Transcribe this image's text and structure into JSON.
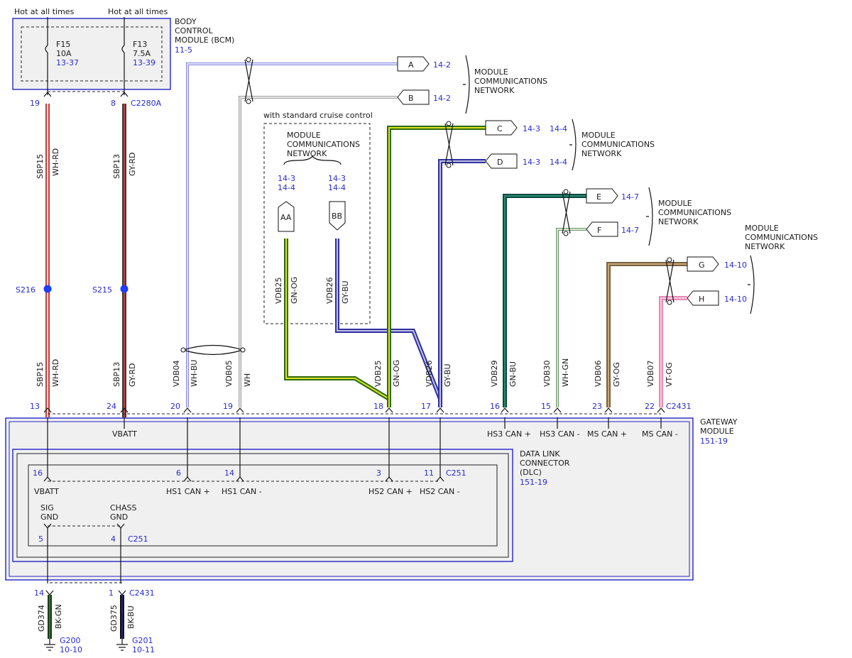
{
  "power": {
    "hot1": "Hot at all times",
    "hot2": "Hot at all times",
    "f15_name": "F15",
    "f15_amp": "10A",
    "f15_ref": "13-37",
    "f13_name": "F13",
    "f13_amp": "7.5A",
    "f13_ref": "13-39"
  },
  "bcm": {
    "line1": "BODY",
    "line2": "CONTROL",
    "line3": "MODULE (BCM)",
    "ref": "11-5"
  },
  "mcn": {
    "line1": "MODULE",
    "line2": "COMMUNICATIONS",
    "line3": "NETWORK"
  },
  "cruise": {
    "title": "with standard cruise control"
  },
  "connectors": {
    "A": {
      "label": "A",
      "ref": "14-2"
    },
    "B": {
      "label": "B",
      "ref": "14-2"
    },
    "C": {
      "label": "C",
      "ref1": "14-3",
      "ref2": "14-4"
    },
    "D": {
      "label": "D",
      "ref1": "14-3",
      "ref2": "14-4"
    },
    "E": {
      "label": "E",
      "ref": "14-7"
    },
    "F": {
      "label": "F",
      "ref": "14-7"
    },
    "G": {
      "label": "G",
      "ref": "14-10"
    },
    "H": {
      "label": "H",
      "ref": "14-10"
    },
    "AA": {
      "label": "AA",
      "ref1": "14-3",
      "ref2": "14-4"
    },
    "BB": {
      "label": "BB",
      "ref1": "14-3",
      "ref2": "14-4"
    }
  },
  "pins": {
    "p19": "19",
    "p8": "8",
    "c2280a": "C2280A",
    "p13": "13",
    "p24": "24",
    "p20": "20",
    "p19b": "19",
    "p18": "18",
    "p17": "17",
    "p16": "16",
    "p15": "15",
    "p23": "23",
    "p22": "22",
    "c2431": "C2431",
    "d16": "16",
    "d6": "6",
    "d14": "14",
    "d3": "3",
    "d11": "11",
    "c251": "C251",
    "d5": "5",
    "d4": "4",
    "c251b": "C251",
    "g14": "14",
    "g1": "1",
    "c2431b": "C2431"
  },
  "splices": {
    "s216": "S216",
    "s215": "S215"
  },
  "wires": {
    "sbp15": "SBP15",
    "whrd": "WH-RD",
    "sbp13": "SBP13",
    "gyrd": "GY-RD",
    "vdb04": "VDB04",
    "whbu": "WH-BU",
    "vdb05": "VDB05",
    "wh": "WH",
    "vdb25": "VDB25",
    "gnog": "GN-OG",
    "vdb26": "VDB26",
    "gybu": "GY-BU",
    "vdb29": "VDB29",
    "gnbu": "GN-BU",
    "vdb30": "VDB30",
    "whgn": "WH-GN",
    "vdb06": "VDB06",
    "gyog": "GY-OG",
    "vdb07": "VDB07",
    "vtog": "VT-OG",
    "gd374": "GD374",
    "bkgn": "BK-GN",
    "gd375": "GD375",
    "bkbu": "BK-BU"
  },
  "gateway": {
    "line1": "GATEWAY",
    "line2": "MODULE",
    "ref": "151-19",
    "vbatt": "VBATT",
    "hs3p": "HS3 CAN +",
    "hs3m": "HS3 CAN -",
    "msp": "MS CAN +",
    "msm": "MS CAN -"
  },
  "dlc": {
    "line1": "DATA LINK",
    "line2": "CONNECTOR",
    "line3": "(DLC)",
    "ref": "151-19",
    "vbatt": "VBATT",
    "hs1p": "HS1 CAN +",
    "hs1m": "HS1 CAN -",
    "hs2p": "HS2 CAN +",
    "hs2m": "HS2 CAN -",
    "sig1": "SIG",
    "sig2": "GND",
    "chass1": "CHASS",
    "chass2": "GND"
  },
  "grounds": {
    "g200": "G200",
    "g200ref": "10-10",
    "g201": "G201",
    "g201ref": "10-11"
  },
  "colors": {
    "whrd": "#e06060",
    "gyrd": "#b83a3a",
    "whbu": "#8a8ae0",
    "gnog": "#5aa020",
    "gybu": "#6060c8",
    "gnbu": "#1a5a50",
    "whgn": "#6a9a6a",
    "gyog": "#a08060",
    "vtog": "#e88ab8",
    "bkgn": "#1a3a1a",
    "bkbu": "#1a1a5a"
  }
}
